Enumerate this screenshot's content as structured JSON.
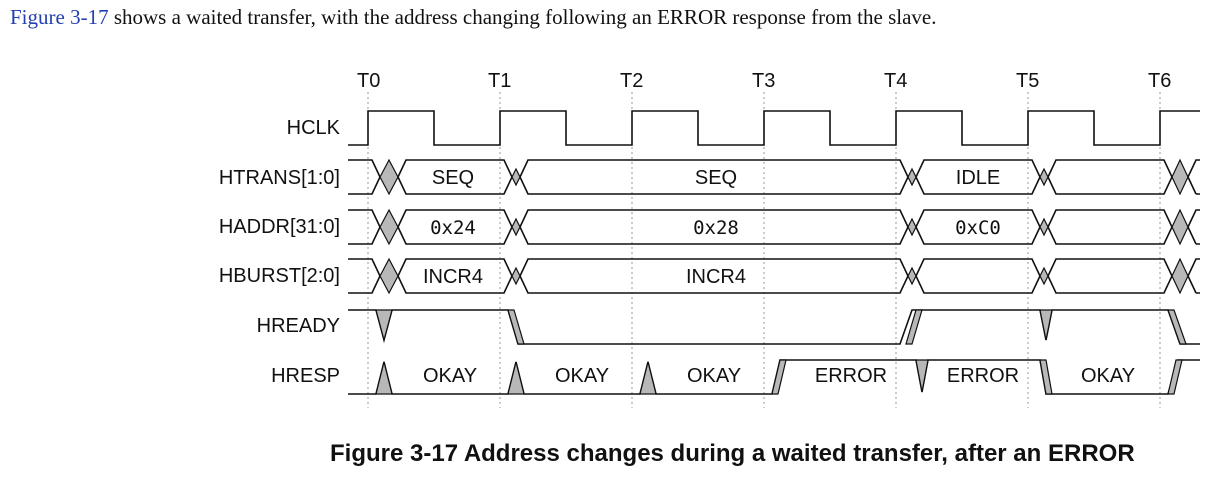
{
  "intro": {
    "link_text": "Figure 3-17",
    "rest_text": " shows a waited transfer, with the address changing following an ERROR response from the slave."
  },
  "caption": "Figure 3-17 Address changes during a waited transfer, after an ERROR",
  "diagram": {
    "ticks": [
      "T0",
      "T1",
      "T2",
      "T3",
      "T4",
      "T5",
      "T6"
    ],
    "signals": {
      "hclk": "HCLK",
      "htrans": "HTRANS[1:0]",
      "haddr": "HADDR[31:0]",
      "hburst": "HBURST[2:0]",
      "hready": "HREADY",
      "hresp": "HRESP"
    },
    "htrans": {
      "seq1": "SEQ",
      "seq2": "SEQ",
      "idle": "IDLE"
    },
    "haddr": {
      "a1": "0x24",
      "a2": "0x28",
      "a3": "0xC0"
    },
    "hburst": {
      "b1": "INCR4",
      "b2": "INCR4"
    },
    "hresp": {
      "r1": "OKAY",
      "r2": "OKAY",
      "r3": "OKAY",
      "r4": "ERROR",
      "r5": "ERROR",
      "r6": "OKAY"
    },
    "colors": {
      "line": "#111111",
      "transition_fill": "#b8b8b8",
      "grid": "#9a9a9a",
      "link": "#2440b0"
    }
  }
}
